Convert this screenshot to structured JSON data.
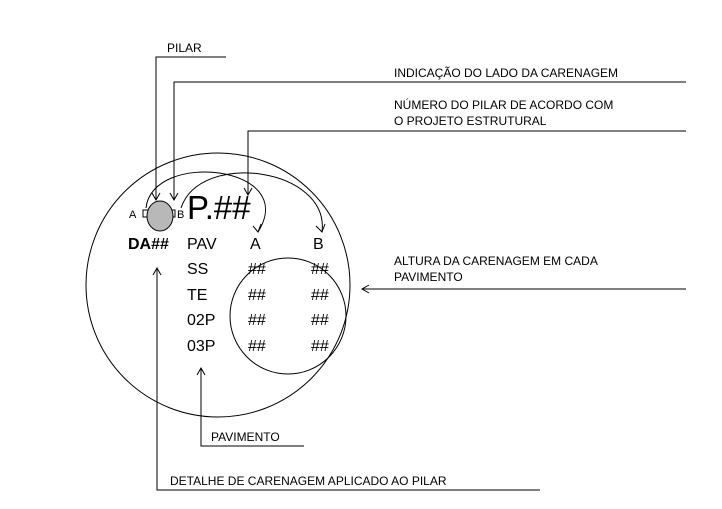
{
  "diagram": {
    "callouts": {
      "pilar": "PILAR",
      "lado": "INDICAÇÃO DO LADO DA CARENAGEM",
      "numero_line1": "NÚMERO DO PILAR DE ACORDO COM",
      "numero_line2": "O PROJETO ESTRUTURAL",
      "altura_line1": "ALTURA DA CARENAGEM EM CADA",
      "altura_line2": "PAVIMENTO",
      "pavimento": "PAVIMENTO",
      "detalhe": "DETALHE DE CARENAGEM APLICADO AO PILAR"
    },
    "symbol": {
      "side_a": "A",
      "side_b": "B",
      "pillar_number": "P.##",
      "detail_code": "DA##"
    },
    "table": {
      "headers": [
        "PAV",
        "A",
        "B"
      ],
      "rows": [
        {
          "pav": "SS",
          "a": "##",
          "b": "##"
        },
        {
          "pav": "TE",
          "a": "##",
          "b": "##"
        },
        {
          "pav": "02P",
          "a": "##",
          "b": "##"
        },
        {
          "pav": "03P",
          "a": "##",
          "b": "##"
        }
      ]
    },
    "colors": {
      "line": "#000000",
      "pillar_fill": "#b8b8b8"
    }
  }
}
